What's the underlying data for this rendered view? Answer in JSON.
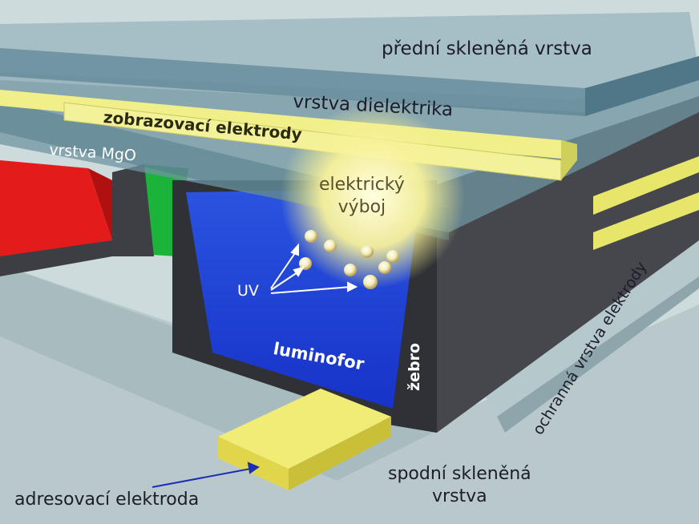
{
  "labels": {
    "front_glass": "přední skleněná vrstva",
    "dielectric": "vrstva dielektrika",
    "display_electrodes": "zobrazovací elektrody",
    "mgo_layer": "vrstva MgO",
    "discharge_line1": "elektrický",
    "discharge_line2": "výboj",
    "uv": "UV",
    "phosphor": "luminofor",
    "rib": "žebro",
    "protective_layer": "ochranná vrstva elektrody",
    "rear_glass_line1": "spodní skleněná",
    "rear_glass_line2": "vrstva",
    "address_electrode": "adresovací elektroda"
  },
  "colors": {
    "glass": "#b7cccf",
    "glass_dark": "#4f7787",
    "electrode_yellow": "#f0ef8a",
    "phosphor_blue": "#1f3fd6",
    "phosphor_green": "#1bb33a",
    "phosphor_red": "#e41b1b",
    "rib_gray": "#4a4c52",
    "discharge_glow": "#fbf6a4",
    "arrow_blue": "#1a2fb8"
  },
  "icons": {
    "uv_arrows": "arrow-icon",
    "address_arrow": "arrow-icon"
  }
}
